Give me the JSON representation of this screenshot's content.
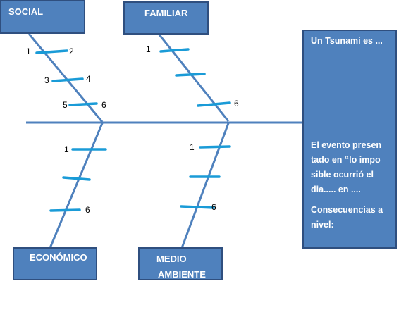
{
  "categories": {
    "social": "SOCIAL",
    "familiar": "FAMILIAR",
    "economico": "ECONÓMICO",
    "medio_ambiente": [
      "MEDIO",
      "AMBIENTE"
    ]
  },
  "ticks": {
    "social": [
      "1",
      "2",
      "3",
      "4",
      "5",
      "6"
    ],
    "familiar": [
      "1",
      "6"
    ],
    "economico": [
      "1",
      "6"
    ],
    "medio_ambiente": [
      "1",
      "6"
    ]
  },
  "head": {
    "title": "Un Tsunami es ...",
    "event_lines": [
      "El evento presen",
      "tado en “lo impo",
      "sible ocurrió el",
      "dia.....    en ...."
    ],
    "consequences_lines": [
      "Consecuencias a",
      "nivel:"
    ]
  },
  "colors": {
    "box_fill": "#4f81bd",
    "box_border": "#2f4f7f",
    "spine": "#4f81bd",
    "tick": "#1a9bd7"
  }
}
